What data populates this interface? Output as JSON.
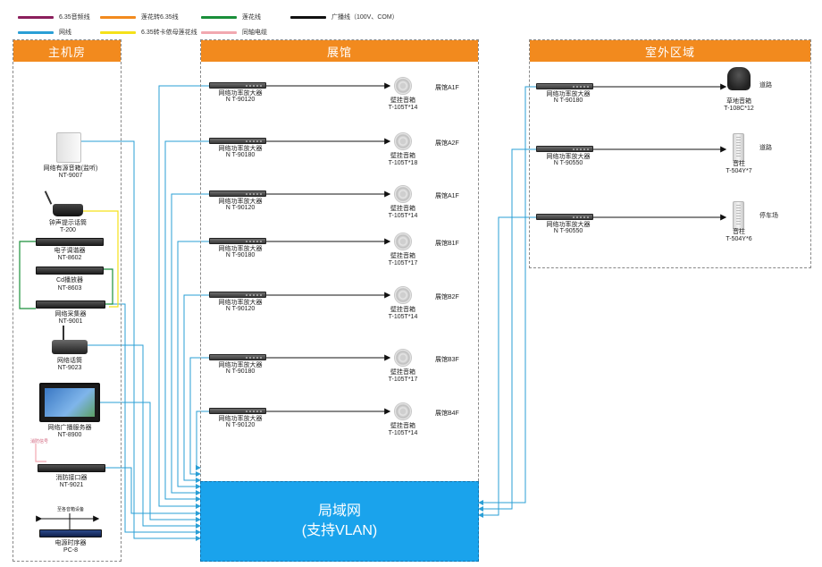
{
  "legend": [
    {
      "label": "6.35音频线",
      "color": "#8b1f5c"
    },
    {
      "label": "莲花转6.35线",
      "color": "#f28a1e"
    },
    {
      "label": "莲花线",
      "color": "#1a8f3a"
    },
    {
      "label": "广播线（100V、COM）",
      "color": "#111111"
    },
    {
      "label": "网线",
      "color": "#2a9fd6"
    },
    {
      "label": "6.35转卡侬母莲花线",
      "color": "#f5e11a"
    },
    {
      "label": "同轴电缆",
      "color": "#f2a8b0"
    }
  ],
  "zones": {
    "control_room": "主机房",
    "exhibition_hall": "展馆",
    "outdoor": "室外区域"
  },
  "control_room_devices": [
    {
      "name": "网络有源音箱(监听)",
      "model": "NT-9007"
    },
    {
      "name": "钟声提示话筒",
      "model": "T-200"
    },
    {
      "name": "电子调谐器",
      "model": "NT-8602"
    },
    {
      "name": "Cd播放器",
      "model": "NT-8603"
    },
    {
      "name": "网络采集器",
      "model": "NT-9001"
    },
    {
      "name": "网络话筒",
      "model": "NT-9023"
    },
    {
      "name": "网络广播服务器",
      "model": "NT-8900"
    },
    {
      "name": "消防接口器",
      "model": "NT-9021"
    },
    {
      "name": "电源时序器",
      "model": "PC-8"
    }
  ],
  "fire_signal_label": "消防信号",
  "sequencer_tag": "至各音箱设备",
  "hall_rows": [
    {
      "amp_name": "网络功率放大器",
      "amp_model": "N T-90120",
      "spk_name": "壁挂音箱",
      "spk_model": "T-105T*14",
      "area": "展馆A1F"
    },
    {
      "amp_name": "网络功率放大器",
      "amp_model": "N T-90180",
      "spk_name": "壁挂音箱",
      "spk_model": "T-105T*18",
      "area": "展馆A2F"
    },
    {
      "amp_name": "网络功率放大器",
      "amp_model": "N T-90120",
      "spk_name": "壁挂音箱",
      "spk_model": "T-105T*14",
      "area": "展馆A1F"
    },
    {
      "amp_name": "网络功率放大器",
      "amp_model": "N T-90180",
      "spk_name": "壁挂音箱",
      "spk_model": "T-105T*17",
      "area": "展馆B1F"
    },
    {
      "amp_name": "网络功率放大器",
      "amp_model": "N T-90120",
      "spk_name": "壁挂音箱",
      "spk_model": "T-105T*14",
      "area": "展馆B2F"
    },
    {
      "amp_name": "网络功率放大器",
      "amp_model": "N T-90180",
      "spk_name": "壁挂音箱",
      "spk_model": "T-105T*17",
      "area": "展馆B3F"
    },
    {
      "amp_name": "网络功率放大器",
      "amp_model": "N T-90120",
      "spk_name": "壁挂音箱",
      "spk_model": "T-105T*14",
      "area": "展馆B4F"
    }
  ],
  "outdoor_rows": [
    {
      "amp_name": "网络功率放大器",
      "amp_model": "N T-90180",
      "spk_name": "草地音箱",
      "spk_model": "T-108C*12",
      "area": "道路",
      "spk_type": "lawn"
    },
    {
      "amp_name": "网络功率放大器",
      "amp_model": "N T-90550",
      "spk_name": "音柱",
      "spk_model": "T-504Y*7",
      "area": "道路",
      "spk_type": "column"
    },
    {
      "amp_name": "网络功率放大器",
      "amp_model": "N T-90550",
      "spk_name": "音柱",
      "spk_model": "T-504Y*6",
      "area": "停车场",
      "spk_type": "column"
    }
  ],
  "lan": {
    "line1": "局域网",
    "line2": "(支持VLAN)"
  }
}
